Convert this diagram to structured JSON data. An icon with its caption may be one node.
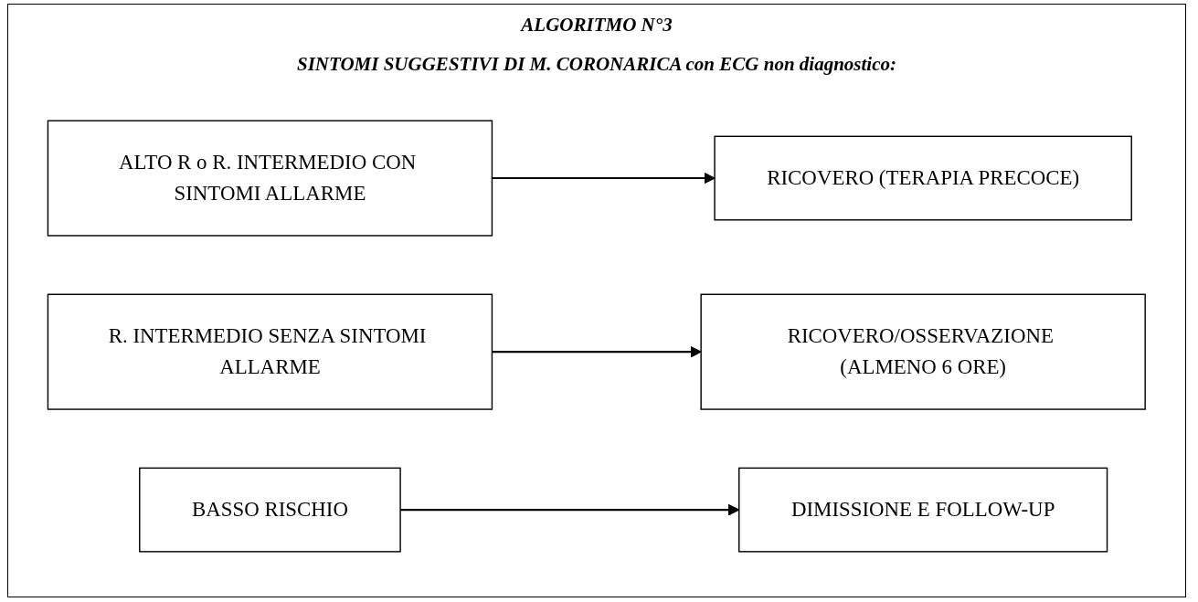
{
  "diagram": {
    "title": "ALGORITMO N°3",
    "nodes": [
      {
        "text": [
          "ALTO R o R. INTERMEDIO CON SINTOMI ALLARME"
        ]
      },
      {
        "text": [
          "RICOVERO (TERAPIA PRECOCE)"
        ]
      },
      {
        "text": [
          "R. INTERMEDIO SENZA SINTOMI ALLARME"
        ]
      },
      {
        "text": [
          "RICOVERO/OSSERVAZIONE (ALMENO 6 ORE)"
        ]
      },
      {
        "text": [
          "BASSO RISCHIO"
        ]
      },
      {
        "text": [
          "DIMISSIONE E FOLLOW-UP"
        ]
      }
    ],
    "edges": [
      {
        "from": 0,
        "to": 1,
        "arrow": "to"
      },
      {
        "from": 2,
        "to": 3,
        "arrow": "to"
      },
      {
        "from": 4,
        "to": 5,
        "arrow": "to"
      }
    ],
    "labels": [
      "SINTOMI SUGGESTIVI DI M. CORONARICA con ECG non diagnostico:"
    ]
  }
}
